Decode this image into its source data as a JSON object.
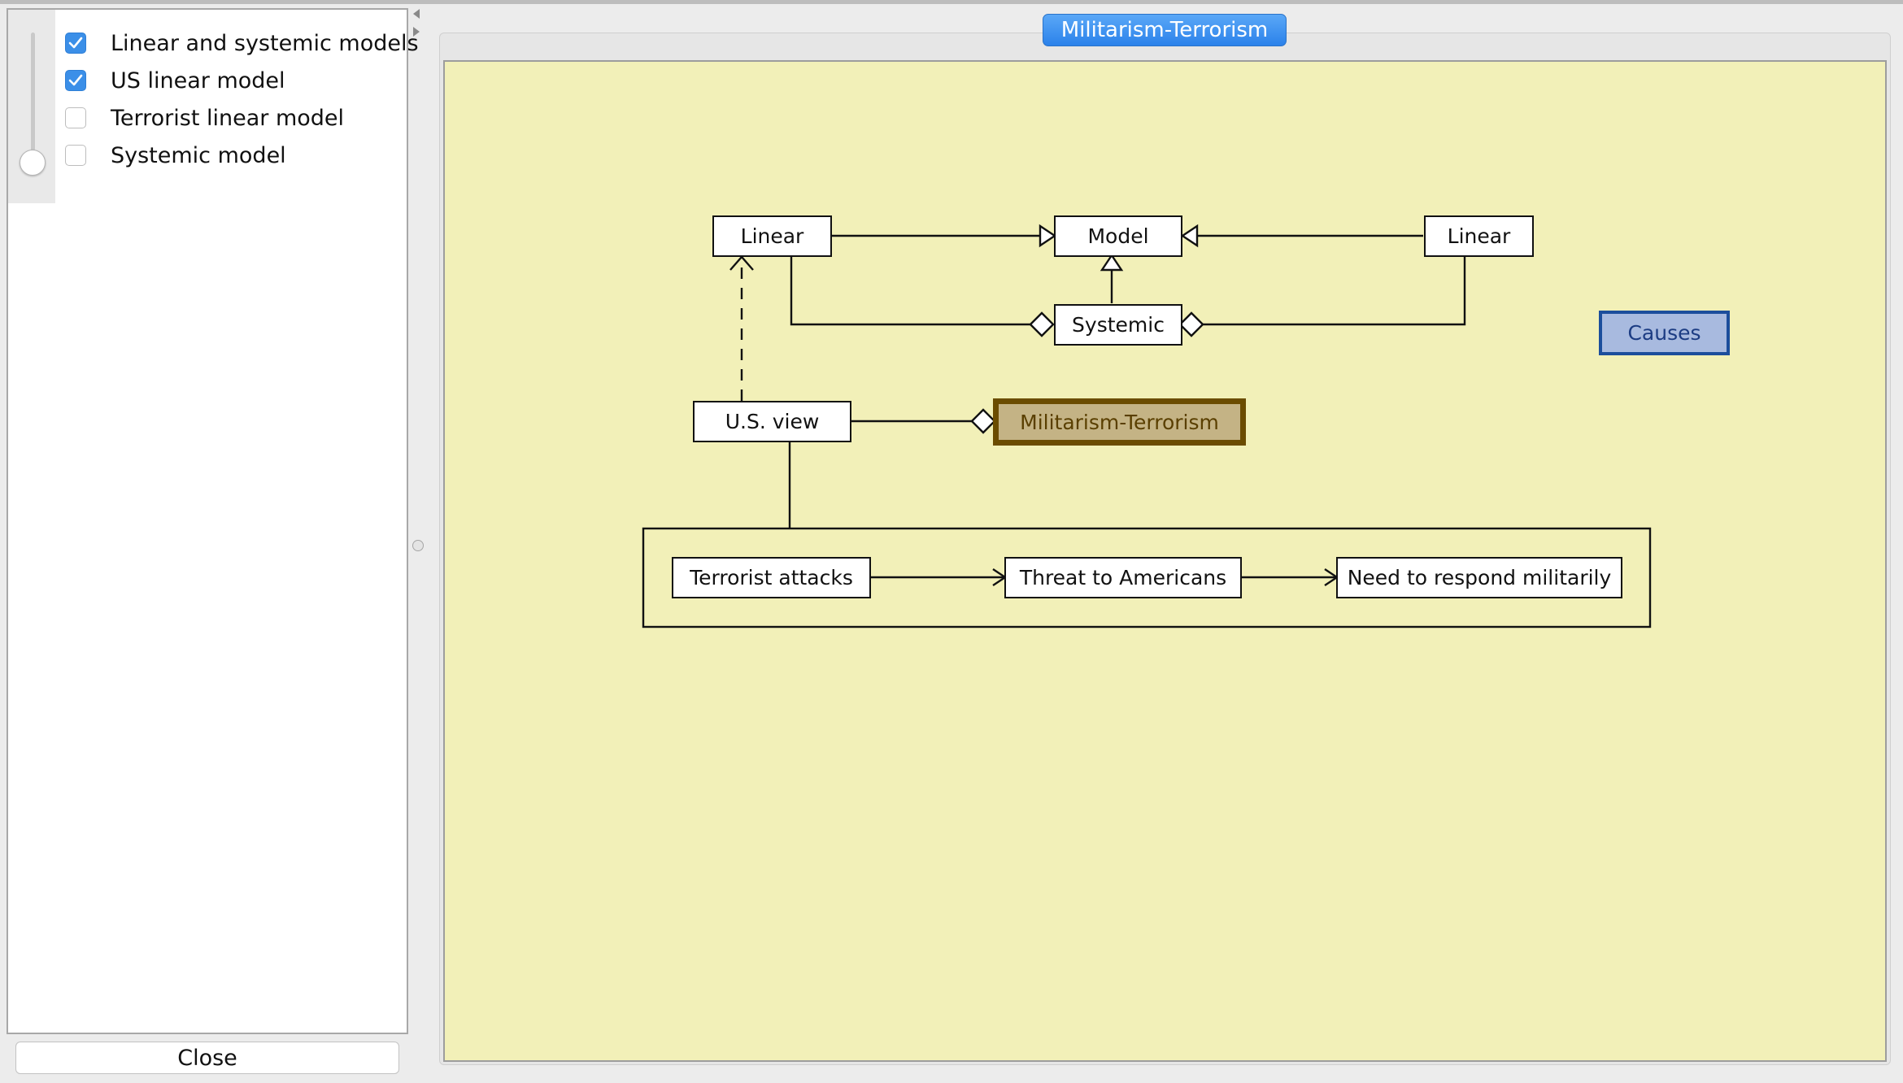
{
  "layers_panel": {
    "items": [
      {
        "label": "Linear and systemic models",
        "checked": true
      },
      {
        "label": "US linear model",
        "checked": true
      },
      {
        "label": "Terrorist linear model",
        "checked": false
      },
      {
        "label": "Systemic model",
        "checked": false
      }
    ],
    "close_label": "Close"
  },
  "tab": {
    "title": "Militarism-Terrorism"
  },
  "diagram": {
    "nodes": {
      "linear_left": "Linear",
      "model": "Model",
      "linear_right": "Linear",
      "systemic": "Systemic",
      "us_view": "U.S. view",
      "militarism_terrorism": "Militarism-Terrorism",
      "causes": "Causes",
      "terrorist_attacks": "Terrorist attacks",
      "threat_to_americans": "Threat to Americans",
      "need_to_respond": "Need to respond militarily"
    }
  },
  "colors": {
    "accent": "#3b8fe8",
    "canvas_bg": "#f2f0b8",
    "highlight_fill": "#c4b385",
    "highlight_border": "#6b4c00",
    "causes_fill": "#a8badf",
    "causes_border": "#1c4e9c"
  }
}
